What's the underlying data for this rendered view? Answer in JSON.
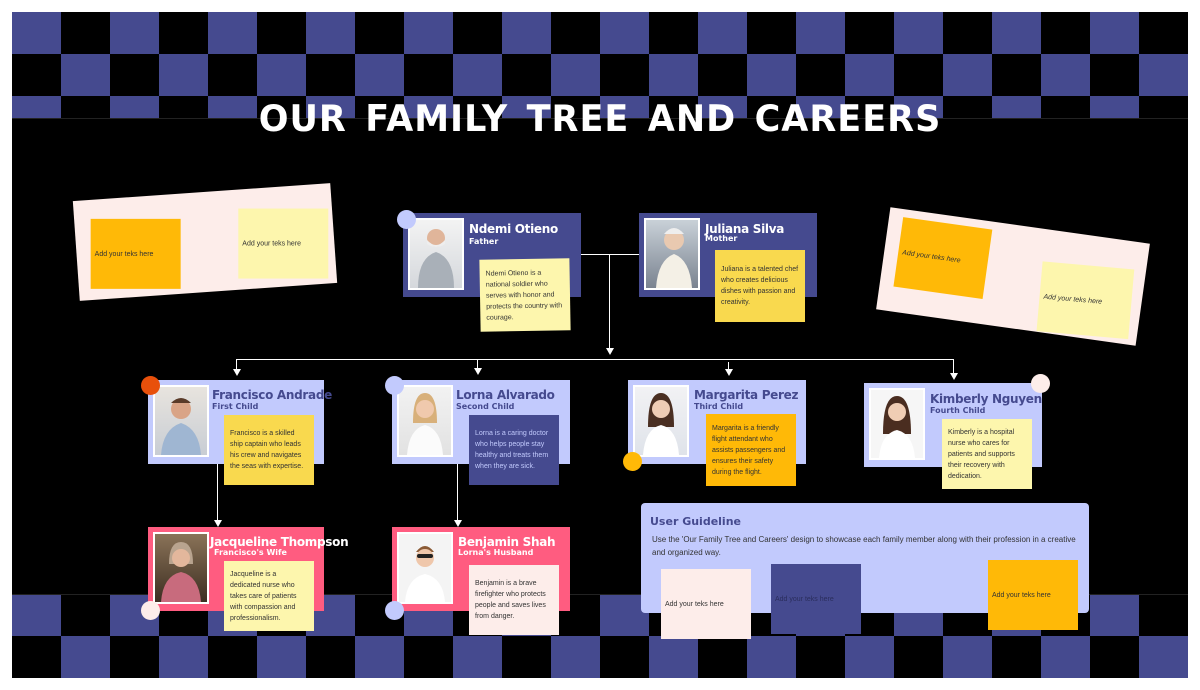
{
  "title": "Our Family Tree and Careers",
  "colors": {
    "background": "#000000",
    "checker": "#454A8F",
    "parent_card": "#454A8F",
    "child_card": "#C2CAFD",
    "spouse_card": "#FF5C80",
    "note_yellow_light": "#FDF6AD",
    "note_yellow": "#F9D94E",
    "note_orange": "#FFB907",
    "note_pink": "#FDEDEA",
    "note_indigo": "#454A8F"
  },
  "decor_panels": {
    "left": {
      "notes": [
        {
          "text": "Add your teks here"
        },
        {
          "text": "Add your teks here"
        }
      ]
    },
    "right": {
      "notes": [
        {
          "text": "Add your teks here"
        },
        {
          "text": "Add your teks here"
        }
      ]
    }
  },
  "parents": [
    {
      "name": "Ndemi Otieno",
      "role": "Father",
      "description": "Ndemi Otieno is a national soldier who serves with honor and protects the country with courage."
    },
    {
      "name": "Juliana Silva",
      "role": "Mother",
      "description": "Juliana is a talented chef who creates delicious dishes with passion and creativity."
    }
  ],
  "children": [
    {
      "name": "Francisco Andrade",
      "role": "First Child",
      "description": "Francisco is a skilled ship captain who leads his crew and navigates the seas with expertise."
    },
    {
      "name": "Lorna Alvarado",
      "role": "Second Child",
      "description": "Lorna is a caring doctor who helps people stay healthy and treats them when they are sick."
    },
    {
      "name": "Margarita Perez",
      "role": "Third Child",
      "description": "Margarita is a friendly flight attendant who assists passengers and ensures their safety during the flight."
    },
    {
      "name": "Kimberly Nguyen",
      "role": "Fourth Child",
      "description": "Kimberly is a hospital nurse who cares for patients and supports their recovery with dedication."
    }
  ],
  "spouses": [
    {
      "name": "Jacqueline Thompson",
      "role": "Francisco's Wife",
      "description": "Jacqueline is a dedicated nurse who takes care of patients with compassion and professionalism."
    },
    {
      "name": "Benjamin Shah",
      "role": "Lorna's Husband",
      "description": "Benjamin is a brave firefighter who protects people and saves lives from danger."
    }
  ],
  "guideline": {
    "title": "User Guideline",
    "text": "Use the 'Our Family Tree and Careers' design to showcase each family member along with their profession in a creative and organized way.",
    "notes": [
      {
        "text": "Add your teks here"
      },
      {
        "text": "Add your teks here"
      },
      {
        "text": "Add your teks here"
      }
    ]
  }
}
